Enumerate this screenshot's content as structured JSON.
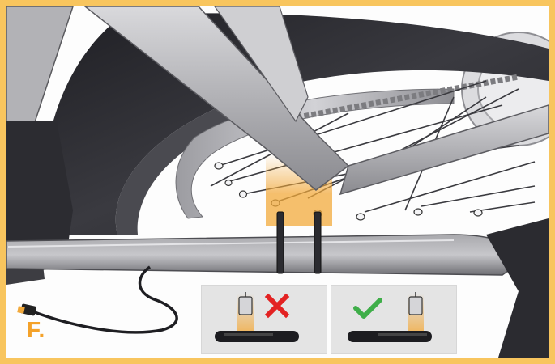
{
  "step": {
    "label": "F."
  },
  "scene": {
    "elements": [
      "bicycle-frame",
      "rear-wheel",
      "spokes",
      "tire",
      "chain",
      "cable-ties",
      "speed-sensor",
      "connector-cable"
    ]
  },
  "insets": [
    {
      "verdict": "incorrect",
      "icon": "red-x-icon"
    },
    {
      "verdict": "correct",
      "icon": "green-check-icon"
    }
  ],
  "colors": {
    "border": "#f8c55e",
    "label": "#f4a22a",
    "highlight": "#f2a93b",
    "incorrect": "#e32222",
    "correct": "#3fae49",
    "frame_gray": "#b9b9bd",
    "tire_dark": "#2e2e33"
  }
}
